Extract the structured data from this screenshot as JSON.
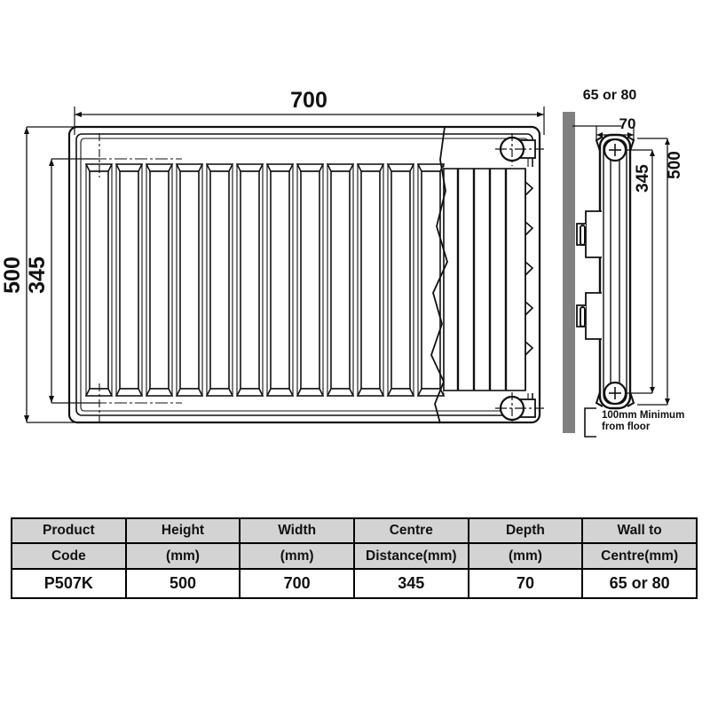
{
  "drawing": {
    "title_hidden": "",
    "front_view": {
      "name": "front-elevation",
      "width_dim_label": "700",
      "height_dim_label": "500",
      "centre_distance_dim_label": "345",
      "fin_count": 12,
      "has_cutaway_break": true,
      "port_count": 2
    },
    "side_view": {
      "name": "side-elevation",
      "wall_to_centre_label": "65 or 80",
      "depth_dim_label": "70",
      "height_dim_label": "500",
      "centre_distance_dim_label": "345",
      "floor_note_line1": "100mm Minimum",
      "floor_note_line2": "from floor",
      "wall_color": "#808080"
    },
    "line_color": "#111111",
    "background_color": "#ffffff"
  },
  "spec_table": {
    "name": "specification-table",
    "header_background": "#d3d3d3",
    "headers_line1": [
      "Product",
      "Height",
      "Width",
      "Centre",
      "Depth",
      "Wall to"
    ],
    "headers_line2": [
      "Code",
      "(mm)",
      "(mm)",
      "Distance(mm)",
      "(mm)",
      "Centre(mm)"
    ],
    "rows": [
      [
        "P507K",
        "500",
        "700",
        "345",
        "70",
        "65 or 80"
      ]
    ]
  }
}
